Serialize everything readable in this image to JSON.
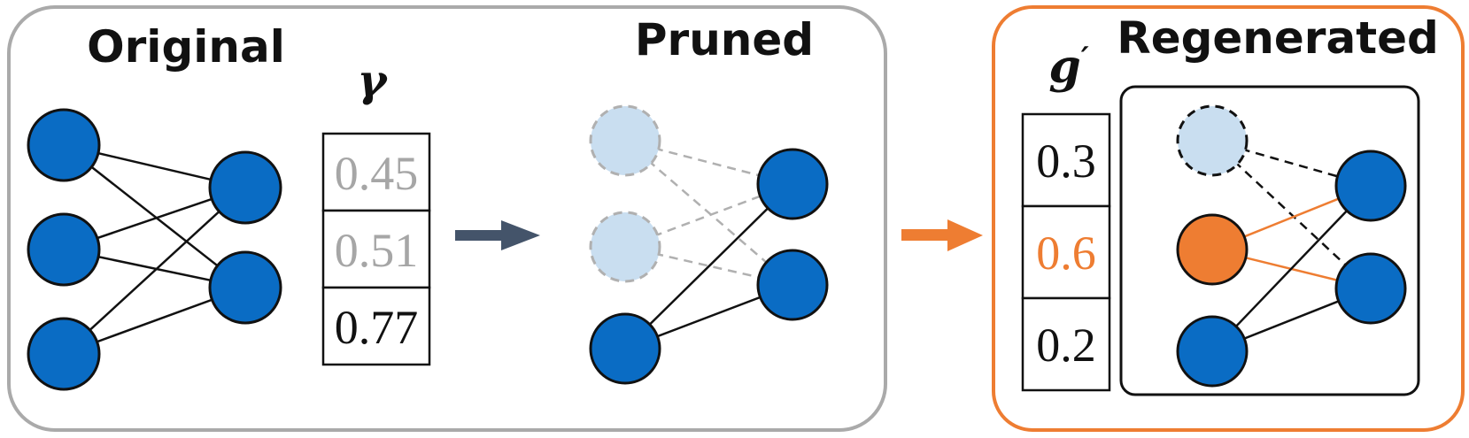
{
  "colors": {
    "node_active": "#0a6cc4",
    "node_pruned": "#c9def0",
    "node_regenerated": "#ee7d32",
    "frame_left": "#aaaaaa",
    "frame_right": "#ee7d32",
    "arrow_prune": "#44546a",
    "arrow_regen": "#ee7d32",
    "text_dim": "#a6a6a6",
    "text_dark": "#111111"
  },
  "original": {
    "title": "Original"
  },
  "gamma": {
    "symbol": "γ",
    "values": [
      "0.45",
      "0.51",
      "0.77"
    ],
    "value_state": [
      "dim",
      "dim",
      "normal"
    ]
  },
  "pruned": {
    "title": "Pruned"
  },
  "regenerated": {
    "title": "Regenerated"
  },
  "g_prime": {
    "symbol": "g",
    "prime": "′",
    "values": [
      "0.3",
      "0.6",
      "0.2"
    ],
    "value_state": [
      "normal",
      "accent",
      "normal"
    ]
  }
}
